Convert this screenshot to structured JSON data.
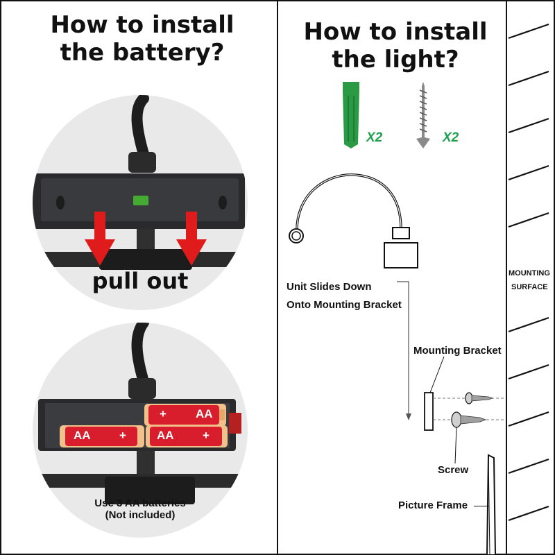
{
  "battery_section": {
    "title": "How to install\nthe battery?",
    "step1_caption": "pull out",
    "step2_caption_line1": "Use 3 AA batteries",
    "step2_caption_line2": "(Not included)",
    "battery_labels": [
      "AA",
      "AA",
      "AA"
    ],
    "battery_plus": "+"
  },
  "light_section": {
    "title": "How to install\nthe light?",
    "anchor_qty": "X2",
    "screw_qty": "X2",
    "slide_text_line1": "Unit Slides Down",
    "slide_text_line2": "Onto Mounting Bracket",
    "mounting_surface_line1": "MOUNTING",
    "mounting_surface_line2": "SURFACE",
    "mounting_bracket_label": "Mounting Bracket",
    "screw_label": "Screw",
    "picture_frame_label": "Picture Frame"
  },
  "colors": {
    "arrow_red": "#e01b1b",
    "battery_red": "#d81e2c",
    "anchor_green": "#2a9a45",
    "qty_green": "#1fa050"
  }
}
